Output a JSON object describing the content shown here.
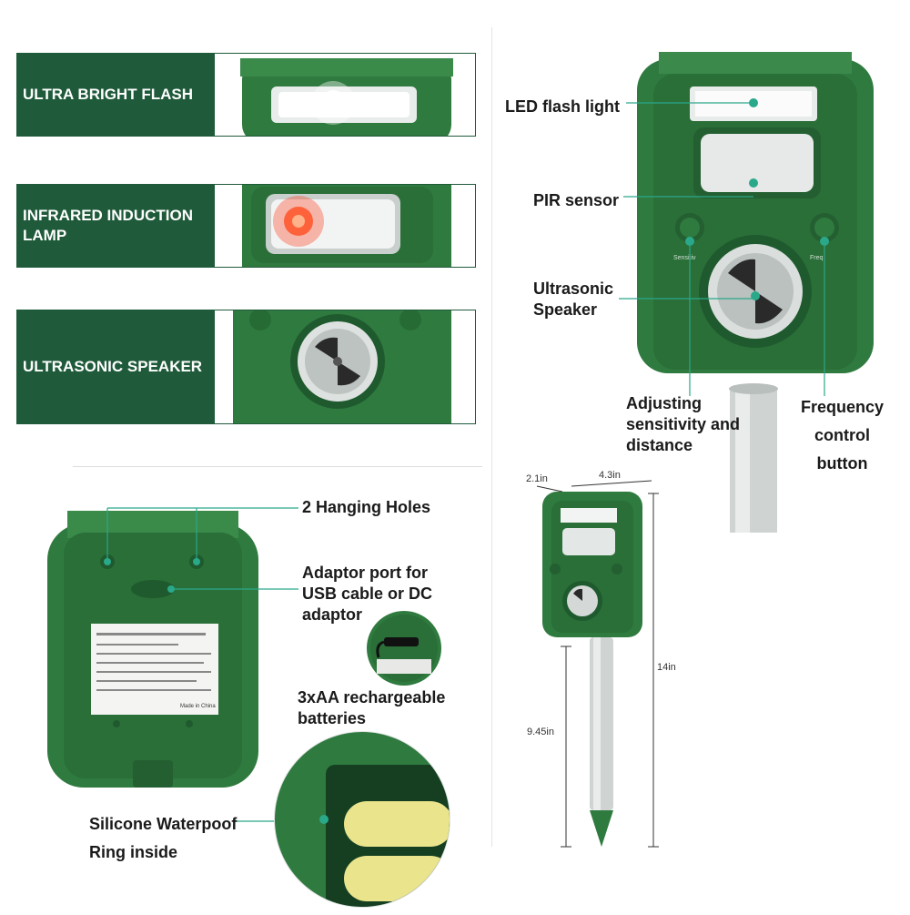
{
  "features": [
    {
      "label": "ULTRA BRIGHT FLASH"
    },
    {
      "label": "INFRARED INDUCTION LAMP"
    },
    {
      "label": "ULTRASONIC SPEAKER"
    }
  ],
  "front_callouts": {
    "led_flash": "LED flash light",
    "pir": "PIR sensor",
    "speaker": "Ultrasonic Speaker",
    "adjusting": "Adjusting sensitivity and distance",
    "frequency": "Frequency control button"
  },
  "back_callouts": {
    "holes": "2 Hanging Holes",
    "adaptor": "Adaptor port for USB cable or DC adaptor",
    "batteries": "3xAA rechargeable batteries",
    "ring": "Silicone Waterpoof Ring inside"
  },
  "dimensions": {
    "depth": "2.1in",
    "width": "4.3in",
    "total_height": "14in",
    "stake_height": "9.45in"
  },
  "device_labels": {
    "sensitivity_knob": "Sensitiv",
    "frequency_knob": "Freq",
    "made_in": "Made in China"
  },
  "colors": {
    "accent_green": "#1f5a3a",
    "device_green": "#2f7a3f",
    "callout_teal": "#2aa88a"
  }
}
